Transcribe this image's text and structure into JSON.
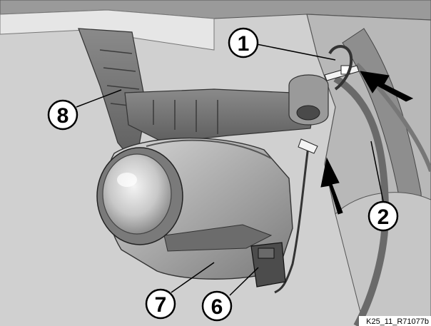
{
  "callouts": [
    {
      "id": "c1",
      "label": "1"
    },
    {
      "id": "c2",
      "label": "2"
    },
    {
      "id": "c6",
      "label": "6"
    },
    {
      "id": "c7",
      "label": "7"
    },
    {
      "id": "c8",
      "label": "8"
    }
  ],
  "reference_code": "K25_11_R71077b"
}
